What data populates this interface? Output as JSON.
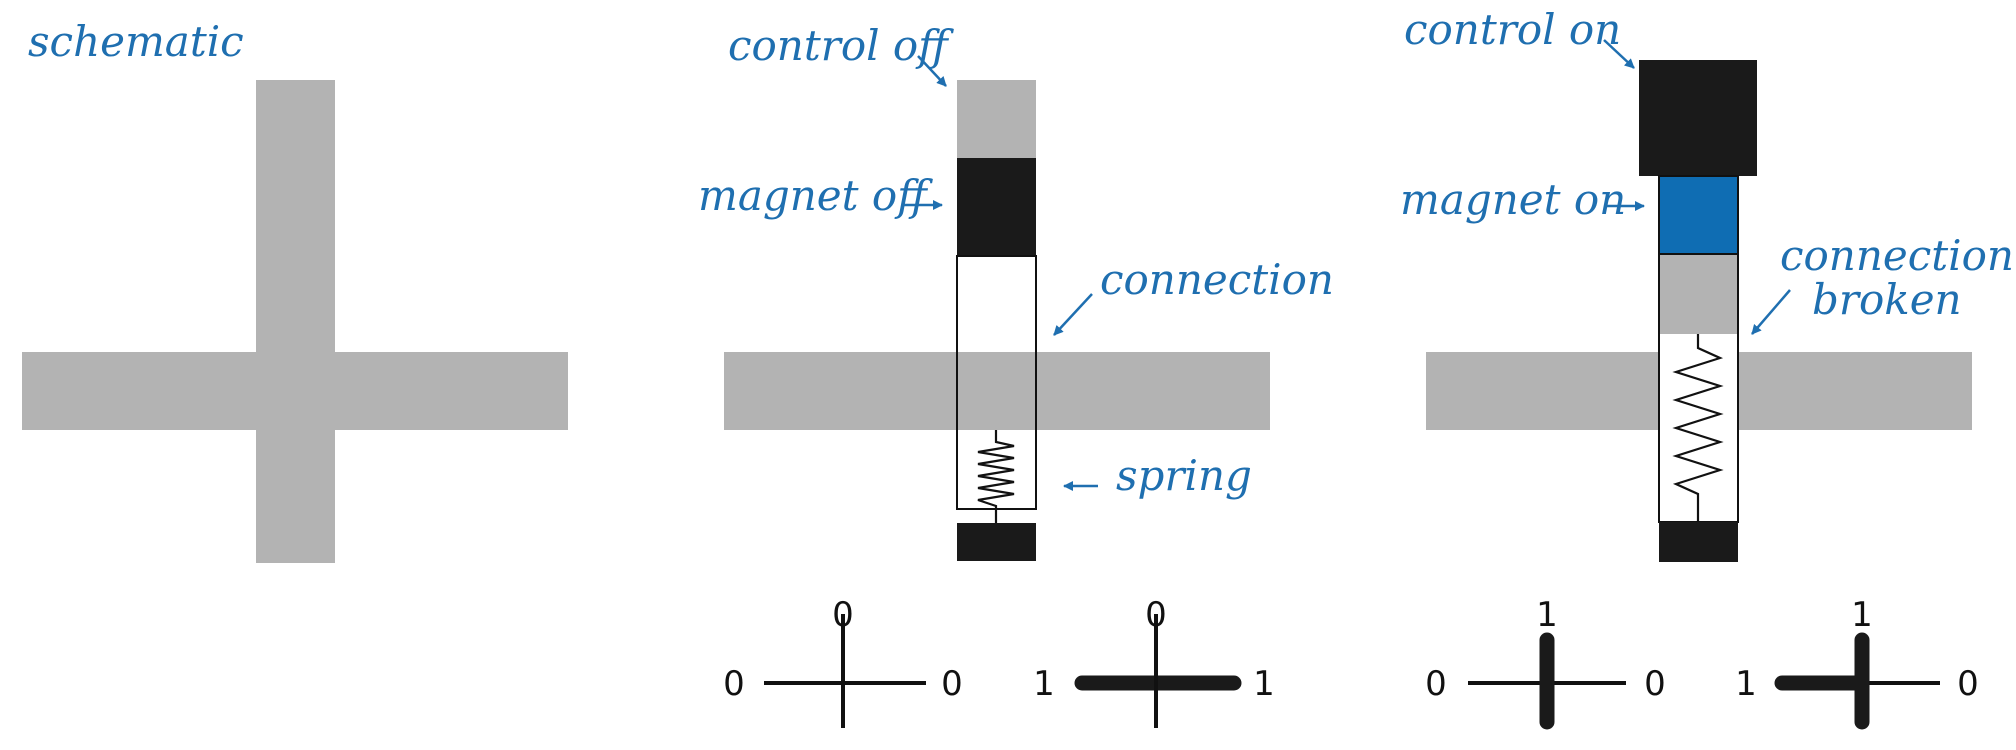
{
  "colors": {
    "wire": "#b3b3b3",
    "dark": "#1a1a1a",
    "magnet_on": "#0f6db3",
    "label": "#1f6fb0",
    "line": "#111111"
  },
  "panels": {
    "schematic": {
      "label": "schematic"
    },
    "off": {
      "control_label": "control off",
      "magnet_label": "magnet off",
      "connection_label": "connection",
      "spring_label": "spring"
    },
    "on": {
      "control_label": "control on",
      "magnet_label": "magnet on",
      "connection_label_line1": "connection",
      "connection_label_line2": "broken"
    }
  },
  "symbols": [
    {
      "top": "0",
      "left": "0",
      "right": "0",
      "horizontal_thick": false,
      "vertical_thick": false
    },
    {
      "top": "0",
      "left": "1",
      "right": "1",
      "horizontal_thick": true,
      "vertical_thick": false
    },
    {
      "top": "1",
      "left": "0",
      "right": "0",
      "horizontal_thick": false,
      "vertical_thick": true
    },
    {
      "top": "1",
      "left": "1",
      "right": "0",
      "horizontal_thick": "left-half",
      "vertical_thick": true
    }
  ]
}
